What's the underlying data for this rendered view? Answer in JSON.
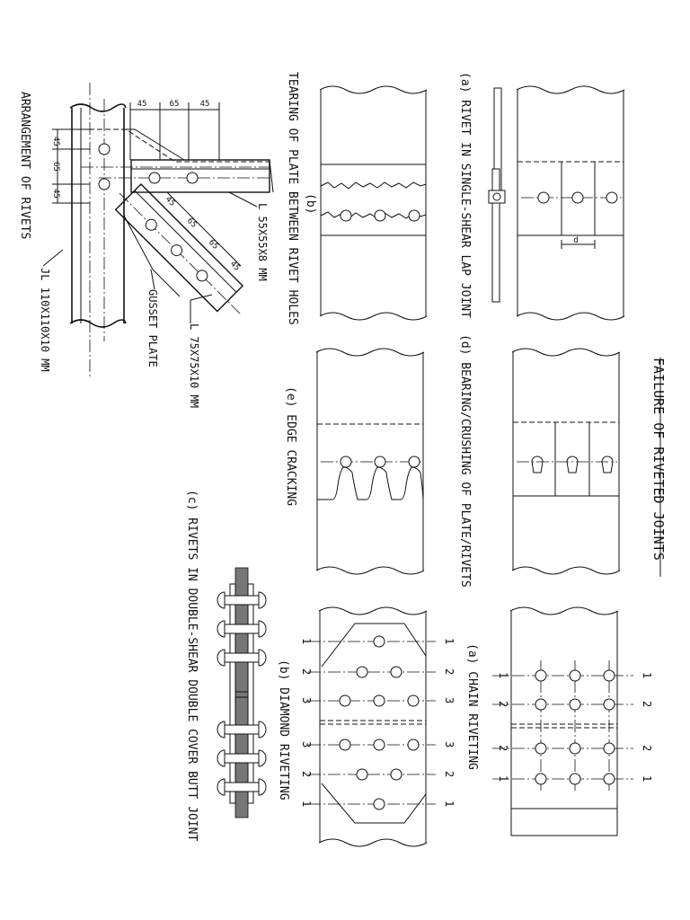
{
  "title": "FAILURE OF RIVETED JOINTS",
  "captions": {
    "a_lap": "(a) RIVET IN SINGLE-SHEAR LAP JOINT",
    "b_tearing_label": "(b)",
    "b_tearing": "TEARING OF PLATE BETWEEN RIVET HOLES",
    "c_butt": "(c) RIVETS IN DOUBLE-SHEAR DOUBLE COVER BUTT JOINT",
    "d_bearing": "(d) BEARING/CRUSHING OF PLATE/RIVETS",
    "e_edge": "(e) EDGE CRACKING",
    "a_chain": "(a) CHAIN RIVETING",
    "b_diamond": "(b) DIAMOND RIVETING"
  },
  "dim_d": "d",
  "arrangement": {
    "title": "ARRANGEMENT OF RIVETS",
    "angle_l55": "L 55X55X8 MM",
    "angle_l75": "L 75X75X10 MM",
    "gusset": "GUSSET PLATE",
    "angle_jl110": "JL 110X110X10 MM",
    "dim_top": [
      "45",
      "65",
      "45"
    ],
    "dim_left": [
      "45",
      "65",
      "45"
    ],
    "dim_diag": [
      "45",
      "65",
      "65",
      "45"
    ]
  },
  "row_labels": {
    "chain_left": [
      "1",
      "2",
      "2",
      "1"
    ],
    "chain_right": [
      "1",
      "2",
      "2",
      "1"
    ],
    "diamond_left": [
      "1",
      "2",
      "3",
      "3",
      "2",
      "1"
    ],
    "diamond_right": [
      "1",
      "2",
      "3",
      "3",
      "2",
      "1"
    ]
  }
}
